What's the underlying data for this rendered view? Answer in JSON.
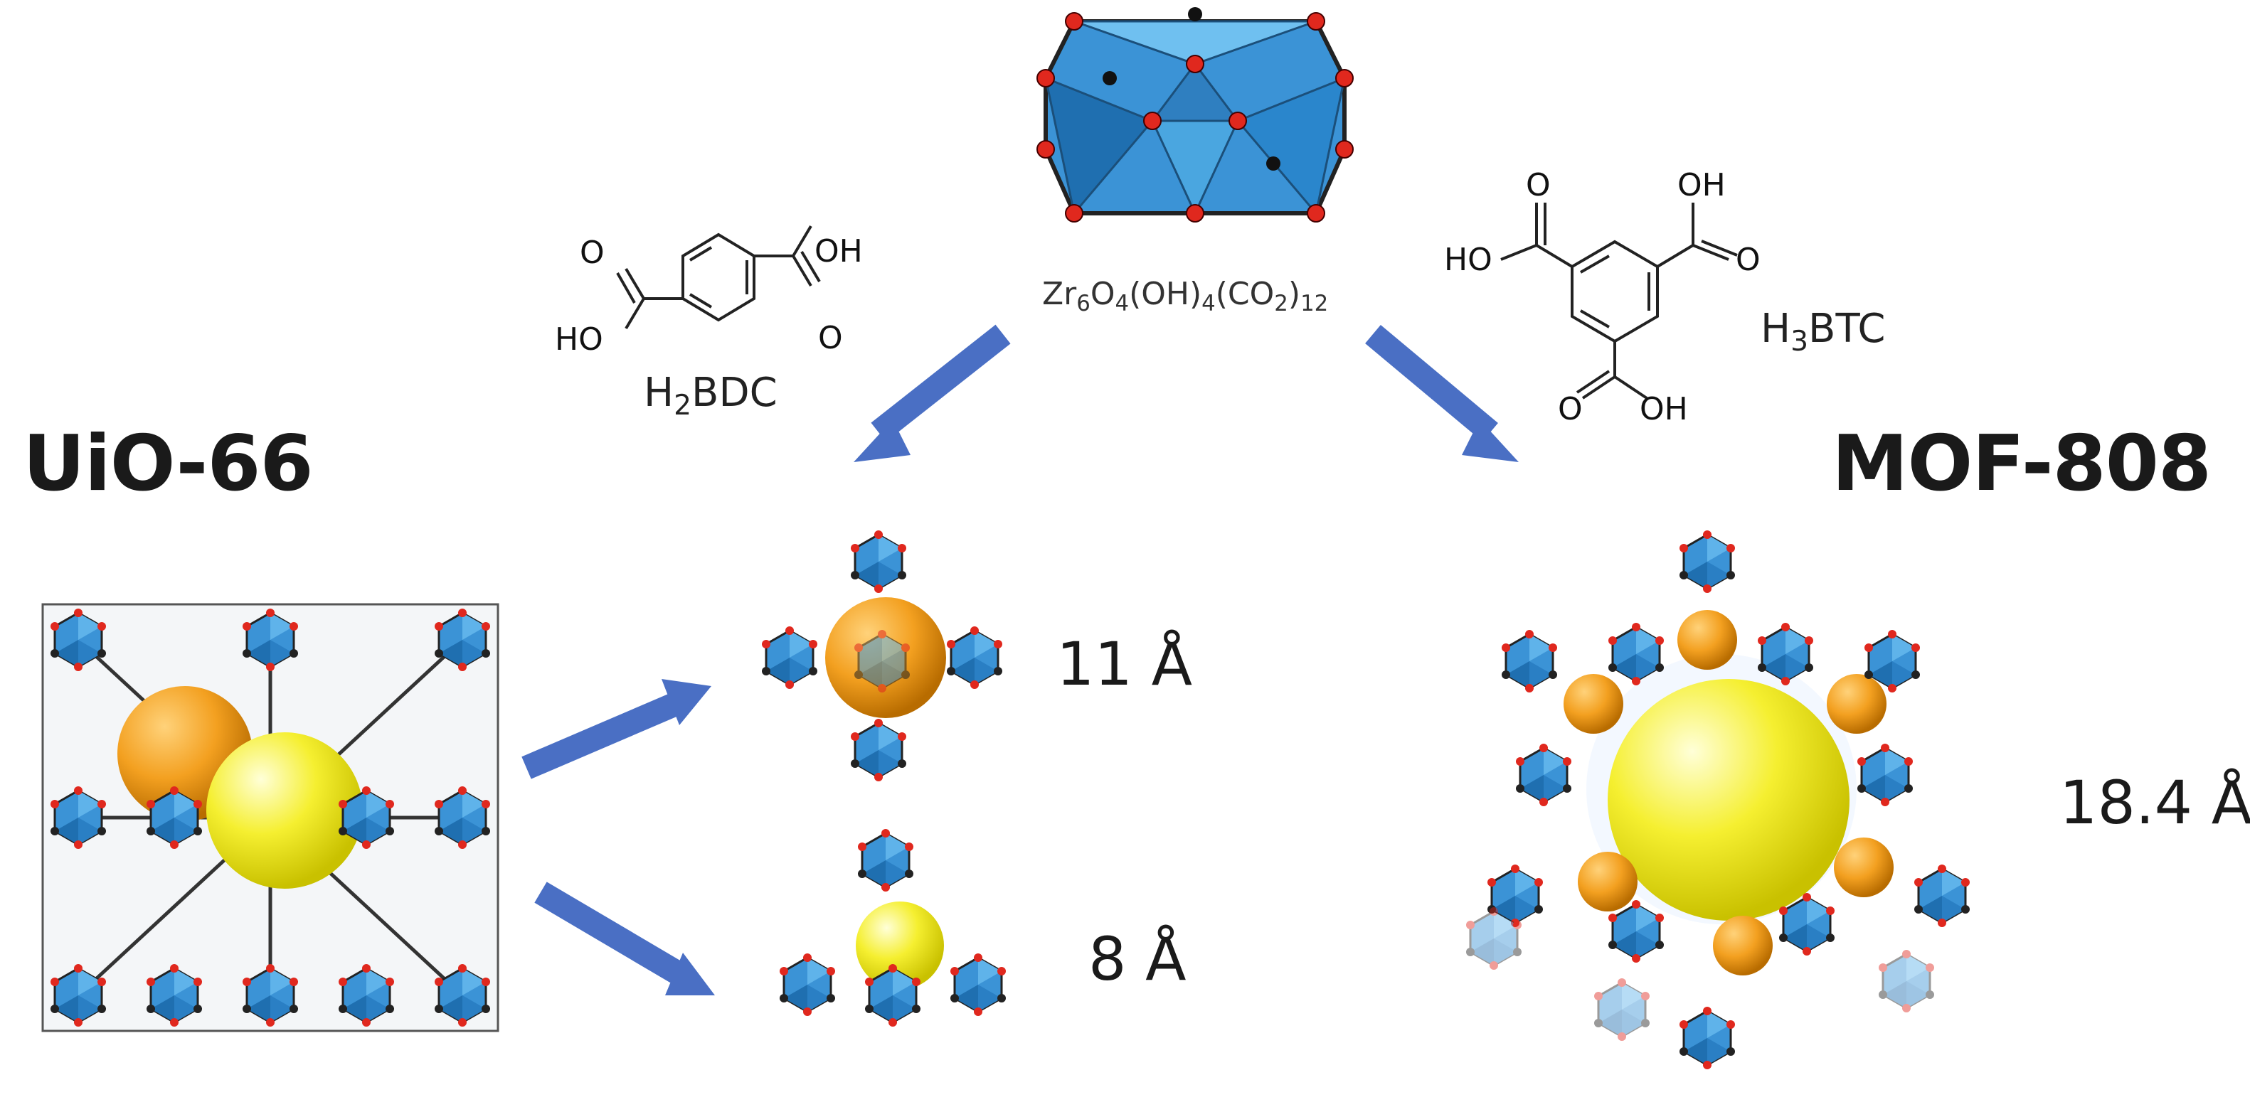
{
  "titles": {
    "left": "UiO-66",
    "right": "MOF-808"
  },
  "cluster": {
    "formula_html": "Zr<sub>6</sub>O<sub>4</sub>(OH)<sub>4</sub>(CO<sub>2</sub>)<sub>12</sub>"
  },
  "linkers": {
    "bdc": {
      "name_html": "H<sub>2</sub>BDC",
      "labels": [
        "OH",
        "O",
        "HO",
        "O"
      ]
    },
    "btc": {
      "name_html": "H<sub>3</sub>BTC",
      "labels": [
        "O",
        "OH",
        "HO",
        "O",
        "O",
        "OH"
      ]
    }
  },
  "pores": {
    "uio_large": "11 Å",
    "uio_small": "8 Å",
    "mof808": "18.4 Å"
  },
  "colors": {
    "arrow": "#4a6fc4",
    "cluster": "#3b93d6",
    "cluster_dark": "#1f6fb0",
    "oxygen": "#e0281e",
    "carbon": "#222222",
    "large_pore": "#f3a020",
    "small_pore": "#f5ef30"
  }
}
